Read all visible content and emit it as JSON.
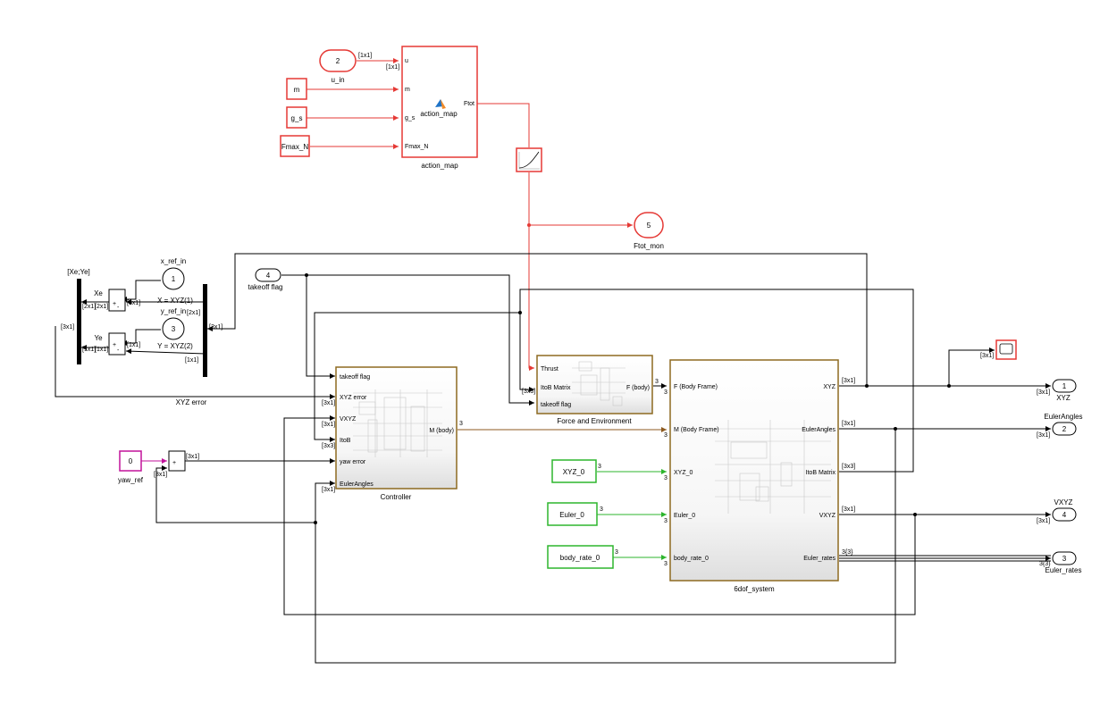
{
  "blocks": {
    "u_in": {
      "port": "2",
      "name": "u_in"
    },
    "m": "m",
    "g_s": "g_s",
    "fmax": "Fmax_N",
    "action_map": {
      "name": "action_map",
      "inner": "action_map",
      "in_u": "u",
      "in_m": "m",
      "in_g": "g_s",
      "in_f": "Fmax_N",
      "out": "Ftot"
    },
    "ftot_mon": {
      "port": "5",
      "name": "Ftot_mon"
    },
    "takeoff": {
      "port": "4",
      "name": "takeoff flag"
    },
    "x_ref": {
      "port": "1",
      "name": "x_ref_in"
    },
    "y_ref": {
      "port": "3",
      "name": "y_ref_in"
    },
    "mux_label": "[Xe;Ye]",
    "xe": "Xe",
    "ye": "Ye",
    "x_sel": "X = XYZ(1)",
    "y_sel": "Y = XYZ(2)",
    "xyz_error": "XYZ error",
    "yaw_const": "0",
    "yaw_ref": "yaw_ref",
    "xyz0": "XYZ_0",
    "euler0": "Euler_0",
    "bodyrate0": "body_rate_0",
    "controller": {
      "name": "Controller",
      "p1": "takeoff flag",
      "p2": "XYZ error",
      "p3": "VXYZ",
      "p4": "ItoB",
      "p5": "yaw error",
      "p6": "EulerAngles",
      "out": "M (body)"
    },
    "force": {
      "name": "Force and Environment",
      "p1": "Thrust",
      "p2": "ItoB Matrix",
      "p3": "takeoff flag",
      "out": "F (body)"
    },
    "sixdof": {
      "name": "6dof_system",
      "i1": "F (Body Frame)",
      "i2": "M (Body Frame)",
      "i3": "XYZ_0",
      "i4": "Euler_0",
      "i5": "body_rate_0",
      "o1": "XYZ",
      "o2": "EulerAngles",
      "o3": "ItoB Matrix",
      "o4": "VXYZ",
      "o5": "Euler_rates"
    },
    "out_xyz": {
      "port": "1",
      "name": "XYZ"
    },
    "out_euler": {
      "port": "2",
      "name": "EulerAngles"
    },
    "out_vxyz": {
      "port": "4",
      "name": "VXYZ"
    },
    "out_rates": {
      "port": "3",
      "name": "Euler_rates"
    }
  },
  "signals": {
    "d1x1": "[1x1]",
    "d2x1": "[2x1]",
    "d3x1": "[3x1]",
    "d3x3": "[3x3]",
    "d3": "3",
    "d33": "3{3}",
    "plus": "+",
    "minus": "-"
  },
  "colors": {
    "red": "#e53935",
    "green": "#2db52d",
    "magenta": "#c2129a",
    "brown": "#8d6a20"
  }
}
